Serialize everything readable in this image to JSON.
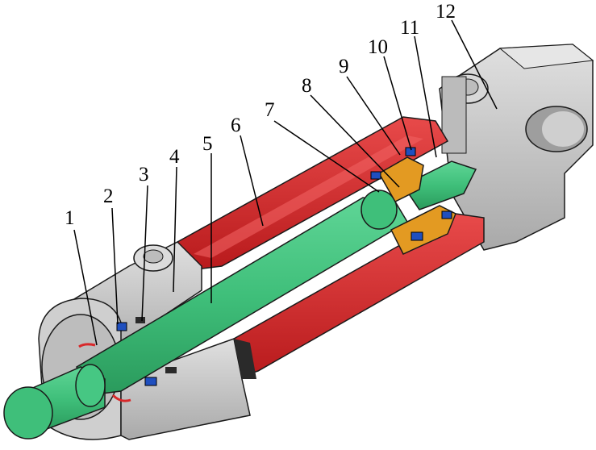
{
  "diagram": {
    "callouts": [
      {
        "id": "1",
        "label": "1"
      },
      {
        "id": "2",
        "label": "2"
      },
      {
        "id": "3",
        "label": "3"
      },
      {
        "id": "4",
        "label": "4"
      },
      {
        "id": "5",
        "label": "5"
      },
      {
        "id": "6",
        "label": "6"
      },
      {
        "id": "7",
        "label": "7"
      },
      {
        "id": "8",
        "label": "8"
      },
      {
        "id": "9",
        "label": "9"
      },
      {
        "id": "10",
        "label": "10"
      },
      {
        "id": "11",
        "label": "11"
      },
      {
        "id": "12",
        "label": "12"
      }
    ],
    "colors": {
      "rod": "#3fbf7a",
      "barrel": "#d8282a",
      "housing": "#c9c9c9",
      "piston": "#e39a22",
      "seal": "#1f4fbf",
      "outline": "#1a1a1a"
    }
  }
}
